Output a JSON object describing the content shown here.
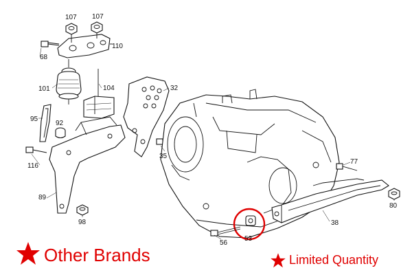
{
  "callouts": {
    "c107a": "107",
    "c107b": "107",
    "c68": "68",
    "c110": "110",
    "c101": "101",
    "c104": "104",
    "c32": "32",
    "c95": "95",
    "c92": "92",
    "c116": "116",
    "c89": "89",
    "c98": "98",
    "c35": "35",
    "c77": "77",
    "c80": "80",
    "c38": "38",
    "c56": "56",
    "c53": "53"
  },
  "legend": {
    "other_brands": "Other Brands",
    "limited_quantity": "Limited Quantity"
  },
  "colors": {
    "accent": "#e00000",
    "line": "#111111"
  },
  "icons": {
    "star": "star-icon"
  }
}
